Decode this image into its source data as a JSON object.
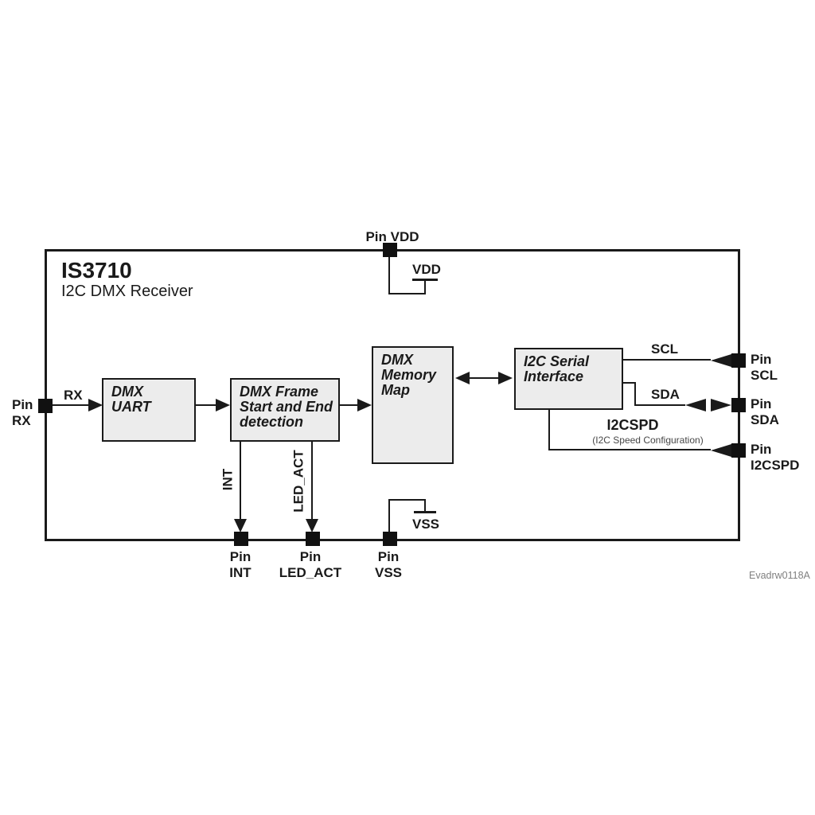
{
  "chip": {
    "title": "IS3710",
    "subtitle": "I2C DMX Receiver"
  },
  "blocks": {
    "uart": {
      "label": "DMX\nUART"
    },
    "frame": {
      "label": "DMX Frame\nStart and End\ndetection"
    },
    "memory": {
      "label": "DMX\nMemory\nMap"
    },
    "i2c": {
      "label": "I2C Serial\nInterface"
    }
  },
  "pins": {
    "vdd": {
      "label": "Pin VDD"
    },
    "rx": {
      "label": "Pin\nRX"
    },
    "scl": {
      "label": "Pin\nSCL"
    },
    "sda": {
      "label": "Pin\nSDA"
    },
    "i2cspd": {
      "label": "Pin\nI2CSPD"
    },
    "int": {
      "label": "Pin\nINT"
    },
    "led_act": {
      "label": "Pin\nLED_ACT"
    },
    "vss": {
      "label": "Pin\nVSS"
    }
  },
  "signals": {
    "rx": "RX",
    "scl": "SCL",
    "sda": "SDA",
    "i2cspd": "I2CSPD",
    "i2cspd_note": "(I2C Speed Configuration)",
    "int": "INT",
    "led_act": "LED_ACT",
    "vdd_rail": "VDD",
    "vss_rail": "VSS"
  },
  "doc_number": "Evadrw0118A",
  "colors": {
    "line": "#1a1a1a",
    "block_fill": "#ececec",
    "background": "#ffffff"
  }
}
